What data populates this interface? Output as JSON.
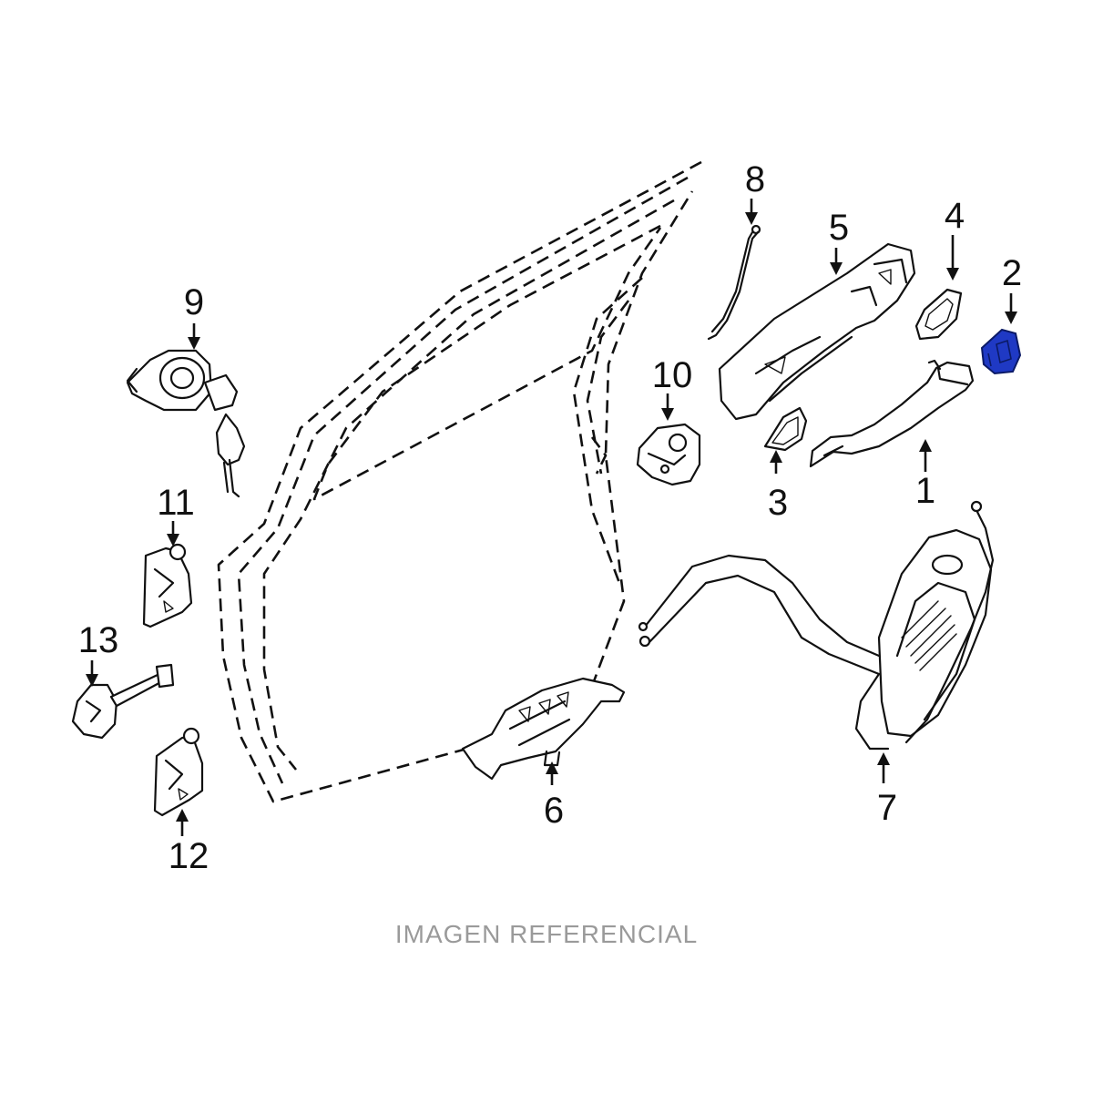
{
  "callouts": {
    "p1": "1",
    "p2": "2",
    "p3": "3",
    "p4": "4",
    "p5": "5",
    "p6": "6",
    "p7": "7",
    "p8": "8",
    "p9": "9",
    "p10": "10",
    "p11": "11",
    "p12": "12",
    "p13": "13"
  },
  "footer": {
    "caption": "IMAGEN REFERENCIAL"
  },
  "colors": {
    "line": "#111111",
    "highlight_part": "#1f39c4",
    "caption": "#9a9a9a",
    "background": "#ffffff"
  }
}
